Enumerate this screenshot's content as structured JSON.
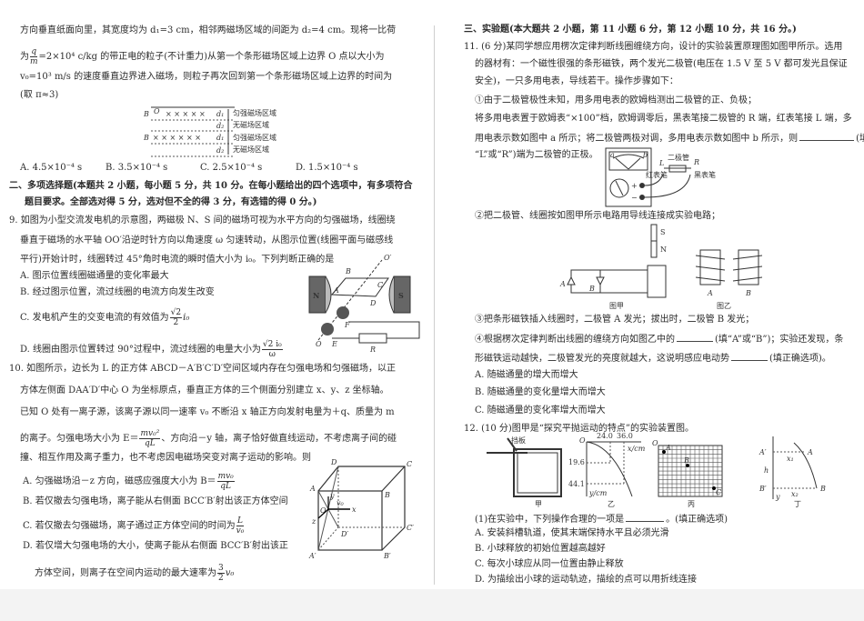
{
  "left": {
    "q8": {
      "line1": "方向垂直纸面向里，其宽度均为 d₁=3 cm，相邻两磁场区域的间距为 d₂=4 cm。现将一比荷",
      "line2_pre": "为",
      "line2_num": "q",
      "line2_den": "m",
      "line2_post": "=2×10⁴ c/kg 的带正电的粒子(不计重力)从第一个条形磁场区域上边界 O 点以大小为",
      "line3": "v₀=10³ m/s 的速度垂直边界进入磁场，则粒子再次回到第一个条形磁场区域上边界的时间为",
      "line4": "(取 π≈3)",
      "figure": {
        "b": "B",
        "o": "O",
        "d1": "d₁",
        "d2": "d₂",
        "field": "匀强磁场区域",
        "nofield": "无磁场区域"
      },
      "options": [
        "A. 4.5×10⁻⁴ s",
        "B. 3.5×10⁻⁴ s",
        "C. 2.5×10⁻⁴ s",
        "D. 1.5×10⁻⁴ s"
      ]
    },
    "section2": {
      "line1": "二、多项选择题(本题共 2 小题，每小题 5 分，共 10 分。在每小题给出的四个选项中，有多项符合",
      "line2": "题目要求。全部选对得 5 分，选对但不全的得 3 分，有选错的得 0 分。)"
    },
    "q9": {
      "line1": "9. 如图为小型交流发电机的示意图，两磁极 N、S 间的磁场可视为水平方向的匀强磁场，线圈绕",
      "line2": "垂直于磁场的水平轴 OO′沿逆时针方向以角速度 ω 匀速转动，从图示位置(线圈平面与磁感线",
      "line3": "平行)开始计时，线圈转过 45°角时电流的瞬时值大小为 i₀。下列判断正确的是",
      "optA": "A. 图示位置线圈磁通量的变化率最大",
      "optB": "B. 经过图示位置，流过线圈的电流方向发生改变",
      "optC_pre": "C. 发电机产生的交变电流的有效值为",
      "optC_num": "√2",
      "optC_den": "2",
      "optC_post": "i₀",
      "optD_pre": "D. 线圈由图示位置转过 90°过程中，流过线圈的电量大小为",
      "optD_num": "√2 i₀",
      "optD_den": "ω",
      "figure": {
        "n": "N",
        "s": "S",
        "a": "A",
        "b": "B",
        "c": "C",
        "d": "D",
        "e": "E",
        "f": "F",
        "o": "O",
        "o2": "O′",
        "r": "R"
      }
    },
    "q10": {
      "line1": "10. 如图所示，边长为 L 的正方体 ABCD－A′B′C′D′空间区域内存在匀强电场和匀强磁场，以正",
      "line2": "方体左侧面 DAA′D′中心 O 为坐标原点，垂直正方体的三个侧面分别建立 x、y、z 坐标轴。",
      "line3": "已知 O 处有一离子源，该离子源以同一速率 v₀ 不断沿 x 轴正方向发射电量为＋q、质量为 m",
      "line4_pre": "的离子。匀强电场大小为 E＝",
      "line4_num": "mv₀²",
      "line4_den": "qL",
      "line4_post": "、方向沿－y 轴，离子恰好做直线运动，不考虑离子间的碰",
      "line5": "撞、相互作用及离子重力，也不考虑因电磁场突变对离子运动的影响。则",
      "optA_pre": "A. 匀强磁场沿－z 方向，磁感应强度大小为 B＝",
      "optA_num": "mv₀",
      "optA_den": "qL",
      "optB": "B. 若仅撤去匀强电场，离子能从右侧面 BCC′B′射出该正方体空间",
      "optC_pre": "C. 若仅撤去匀强磁场，离子通过正方体空间的时间为",
      "optC_num": "L",
      "optC_den": "v₀",
      "optD": "D. 若仅增大匀强电场的大小，使离子能从右侧面 BCC′B′射出该正",
      "optD2_pre": "方体空间，则离子在空间内运动的最大速率为",
      "optD2_num": "3",
      "optD2_den": "2",
      "optD2_post": "v₀",
      "figure": {
        "a": "A",
        "b": "B",
        "c": "C",
        "d": "D",
        "a2": "A′",
        "b2": "B′",
        "c2": "C′",
        "d2": "D′",
        "o": "O",
        "x": "x",
        "y": "y",
        "z": "z",
        "v": "v₀"
      }
    }
  },
  "right": {
    "section3": "三、实验题(本大题共 2 小题，第 11 小题 6 分，第 12 小题 10 分，共 16 分。)",
    "q11": {
      "line1": "11. (6 分)某同学想应用楞次定律判断线圈缠绕方向，设计的实验装置原理图如图甲所示。选用",
      "line2": "的器材有：一个磁性很强的条形磁铁，两个发光二极管(电压在 1.5 V 至 5 V 都可发光且保证",
      "line3": "安全)，一只多用电表，导线若干。操作步骤如下：",
      "step1": "①由于二极管极性未知，用多用电表的欧姆档测出二极管的正、负极；",
      "step1b": "将多用电表置于欧姆表“×100”档，欧姆调零后，黑表笔接二极管的 R 端，红表笔接 L 端，多",
      "step1c_pre": "用电表示数如图中 a 所示；将二极管两极对调，多用电表示数如图中 b 所示，则",
      "step1c_post": "(填",
      "step1d": "“L”或“R”)端为二极管的正极。",
      "meter": {
        "a": "a",
        "b": "b",
        "diode": "二极管",
        "l": "L",
        "r": "R",
        "red": "红表笔",
        "black": "黑表笔",
        "plus": "+",
        "minus": "−"
      },
      "step2": "②把二极管、线圈按如图甲所示电路用导线连接成实验电路；",
      "fig_jia": {
        "s": "S",
        "n": "N",
        "a": "A",
        "b": "B",
        "caption": "图甲"
      },
      "fig_yi": {
        "a": "A",
        "b": "B",
        "caption": "图乙"
      },
      "step3": "③把条形磁铁插入线圈时，二极管 A 发光；拔出时，二极管 B 发光；",
      "step4_pre": "④根据楞次定律判断出线圈的缠绕方向如图乙中的",
      "step4_post": "(填“A”或“B”)；实验还发现，条",
      "step4b_pre": "形磁铁运动越快，二极管发光的亮度就越大，这说明感应电动势",
      "step4b_post": "(填正确选项)。",
      "options": [
        "A. 随磁通量的增大而增大",
        "B. 随磁通量的变化量增大而增大",
        "C. 随磁通量的变化率增大而增大"
      ]
    },
    "q12": {
      "line1": "12. (10 分)图甲是“探究平抛运动的特点”的实验装置图。",
      "fig_jia": {
        "baffle": "挡板",
        "caption": "甲"
      },
      "fig_yi": {
        "o": "O",
        "x1": "24.0",
        "x2": "36.0",
        "xlabel": "x/cm",
        "y1": "19.6",
        "y2": "44.1",
        "ylabel": "y/cm",
        "caption": "乙"
      },
      "fig_bing": {
        "o": "O",
        "a": "A",
        "b": "B",
        "c": "C",
        "caption": "丙"
      },
      "fig_ding": {
        "a2": "A′",
        "a": "A",
        "b2": "B′",
        "b": "B",
        "h": "h",
        "x1": "x₁",
        "x2": "x₂",
        "y": "y",
        "caption": "丁"
      },
      "sub1_pre": "(1)在实验中，下列操作合理的一项是",
      "sub1_post": "。(填正确选项)",
      "options": [
        "A. 安装斜槽轨道，使其末端保持水平且必须光滑",
        "B. 小球释放的初始位置越高越好",
        "C. 每次小球应从同一位置由静止释放",
        "D. 为描绘出小球的运动轨迹，描绘的点可以用折线连接"
      ]
    }
  }
}
